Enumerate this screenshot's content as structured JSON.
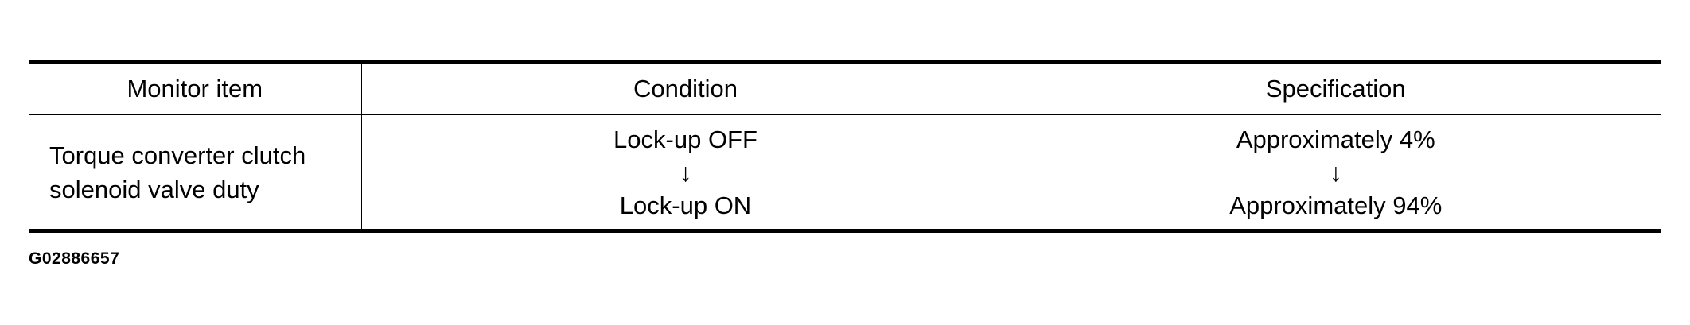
{
  "table": {
    "headers": [
      "Monitor item",
      "Condition",
      "Specification"
    ],
    "row": {
      "monitor_item_lines": [
        "Torque converter clutch",
        "solenoid valve duty"
      ],
      "condition": {
        "from": "Lock-up OFF",
        "arrow": "↓",
        "to": "Lock-up ON"
      },
      "specification": {
        "from": "Approximately 4%",
        "arrow": "↓",
        "to": "Approximately 94%"
      }
    }
  },
  "figure_id": "G02886657"
}
